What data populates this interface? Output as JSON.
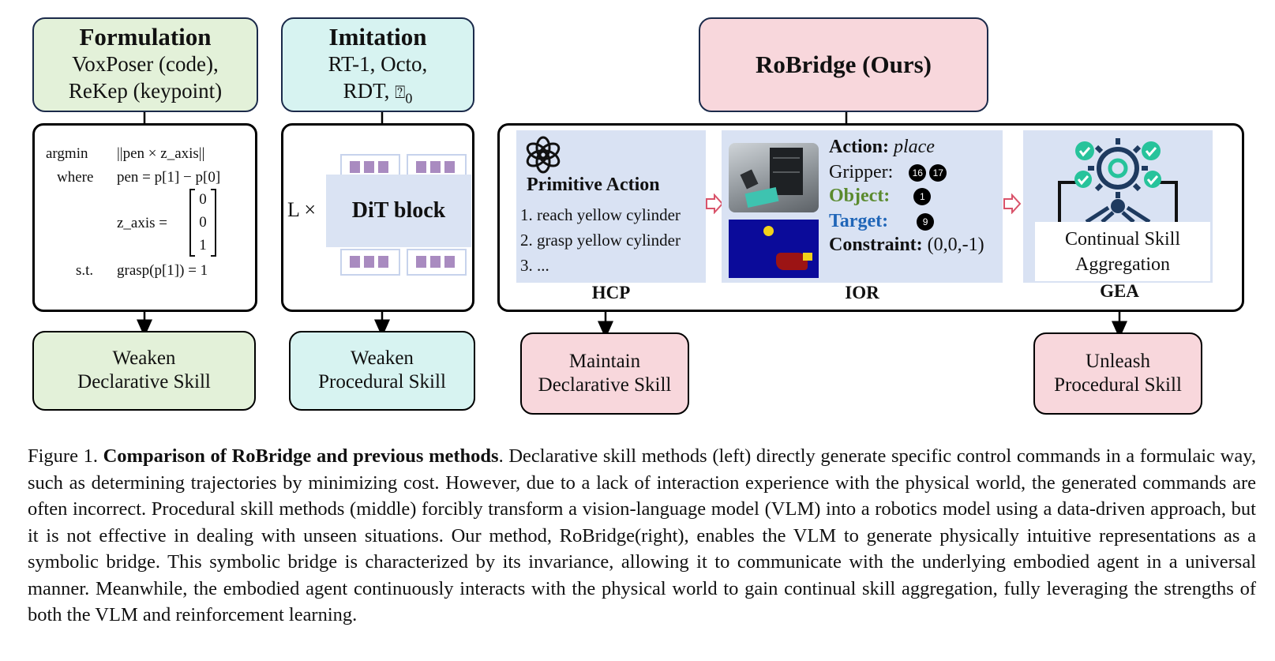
{
  "formulation": {
    "title": "Formulation",
    "line1": "VoxPoser (code),",
    "line2": "ReKep (keypoint)",
    "math": {
      "r1_label": "argmin",
      "r1_expr": "||pen × z_axis||",
      "r2_label": "where",
      "r2_expr": "pen = p[1] − p[0]",
      "r3_expr": "z_axis =",
      "vec": [
        "0",
        "0",
        "1"
      ],
      "r4_label": "s.t.",
      "r4_expr": "grasp(p[1]) = 1"
    },
    "outcome_line1": "Weaken",
    "outcome_line2": "Declarative Skill"
  },
  "imitation": {
    "title": "Imitation",
    "line1": "RT-1, Octo,",
    "line2_text": "RDT, ",
    "line2_glyph": "⍰",
    "line2_sub": "0",
    "multiplier": "L ×",
    "block": "DiT block",
    "outcome_line1": "Weaken",
    "outcome_line2": "Procedural Skill"
  },
  "robridge": {
    "title": "RoBridge (Ours)",
    "hcp": {
      "heading": "Primitive Action",
      "steps": [
        "1. reach yellow cylinder",
        "2. grasp yellow cylinder",
        "3. ..."
      ],
      "label": "HCP"
    },
    "ior": {
      "action_key": "Action:",
      "action_val": "place",
      "gripper_key": "Gripper:",
      "gripper_ids": [
        "16",
        "17"
      ],
      "object_key": "Object:",
      "object_id": "1",
      "target_key": "Target:",
      "target_id": "9",
      "constraint_key": "Constraint:",
      "constraint_val": "(0,0,-1)",
      "label": "IOR"
    },
    "gea": {
      "line1": "Continual Skill",
      "line2": "Aggregation",
      "label": "GEA"
    },
    "maintain_line1": "Maintain",
    "maintain_line2": "Declarative Skill",
    "unleash_line1": "Unleash",
    "unleash_line2": "Procedural Skill"
  },
  "colors": {
    "object": "#5a8a2e",
    "target": "#2066b8",
    "gea_icon": "#1e3a5f",
    "gea_check": "#27c39b"
  },
  "caption": {
    "prefix": "Figure 1. ",
    "bold": "Comparison of RoBridge and previous methods",
    "text": ". Declarative skill methods (left) directly generate specific control commands in a formulaic way, such as determining trajectories by minimizing cost. However, due to a lack of interaction experience with the physical world, the generated commands are often incorrect. Procedural skill methods (middle) forcibly transform a vision-language model (VLM) into a robotics model using a data-driven approach, but it is not effective in dealing with unseen situations. Our method, RoBridge(right), enables the VLM to generate physically intuitive representations as a symbolic bridge.  This symbolic bridge is characterized by its invariance, allowing it to communicate with the underlying embodied agent in a universal manner.  Meanwhile, the embodied agent continuously interacts with the physical world to gain continual skill aggregation, fully leveraging the strengths of both the VLM and reinforcement learning."
  }
}
